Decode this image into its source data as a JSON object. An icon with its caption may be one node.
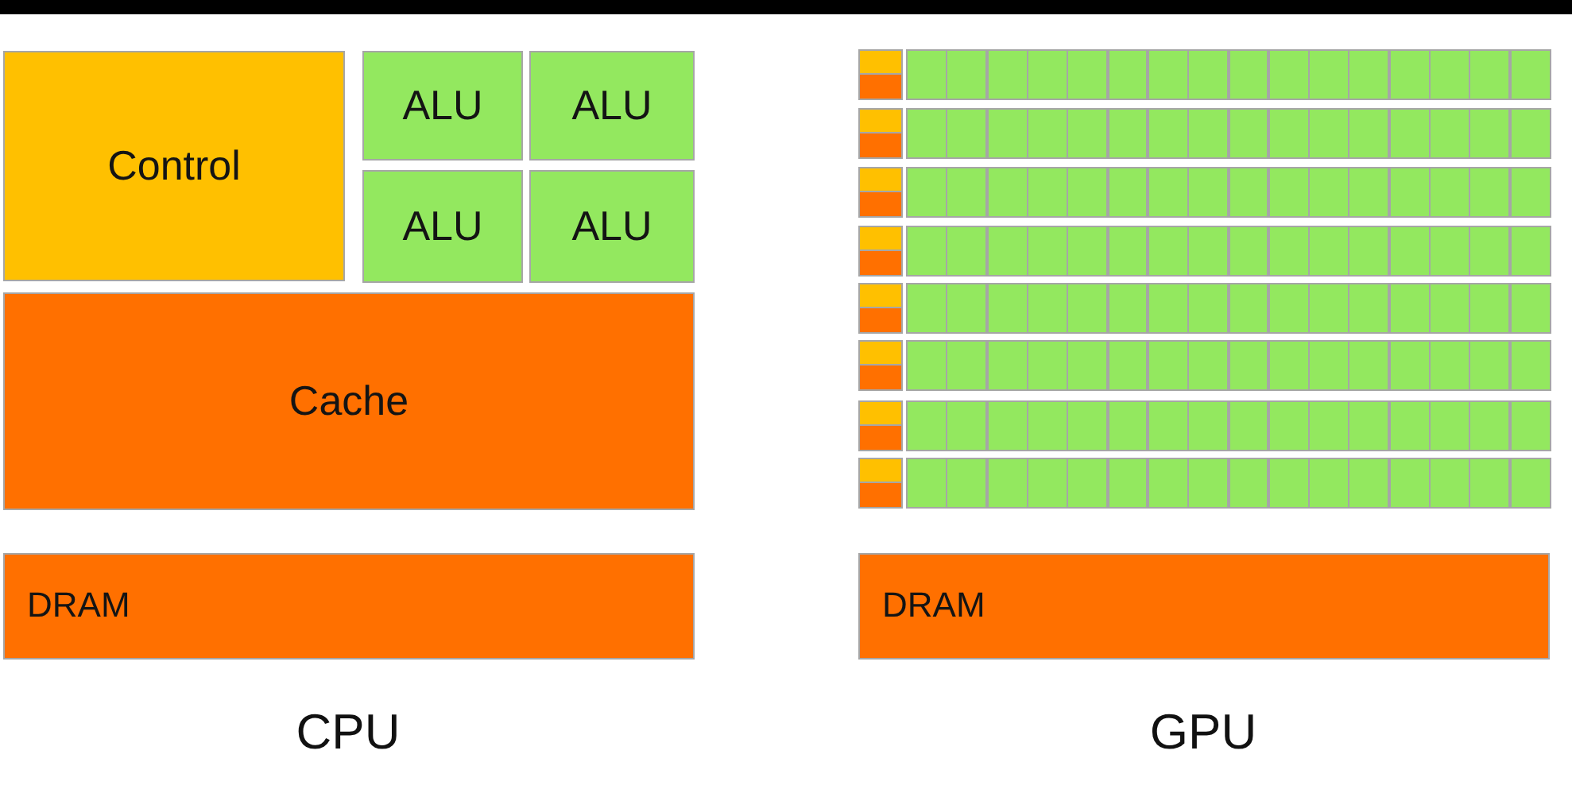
{
  "diagram": {
    "nodes": [
      {
        "text": [
          "Control"
        ]
      },
      {
        "text": [
          "ALU"
        ]
      },
      {
        "text": [
          "ALU"
        ]
      },
      {
        "text": [
          "ALU"
        ]
      },
      {
        "text": [
          "ALU"
        ]
      },
      {
        "text": [
          "Cache"
        ]
      },
      {
        "text": [
          "DRAM"
        ]
      },
      {
        "text": [],
        "shape": "box"
      },
      {
        "text": [],
        "shape": "box"
      },
      {
        "text": [],
        "shape": "box"
      },
      {
        "text": [],
        "shape": "box"
      },
      {
        "text": [],
        "shape": "box"
      },
      {
        "text": [],
        "shape": "box"
      },
      {
        "text": [],
        "shape": "box"
      },
      {
        "text": [],
        "shape": "box"
      },
      {
        "text": [],
        "shape": "box"
      },
      {
        "text": [],
        "shape": "box"
      },
      {
        "text": [],
        "shape": "box"
      },
      {
        "text": [],
        "shape": "box"
      },
      {
        "text": [],
        "shape": "box"
      },
      {
        "text": [],
        "shape": "box"
      },
      {
        "text": [],
        "shape": "box"
      },
      {
        "text": [],
        "shape": "box"
      },
      {
        "text": [],
        "shape": "box"
      },
      {
        "text": [],
        "shape": "box"
      },
      {
        "text": [],
        "shape": "box"
      },
      {
        "text": [],
        "shape": "box"
      },
      {
        "text": [],
        "shape": "box"
      },
      {
        "text": [],
        "shape": "box"
      },
      {
        "text": [],
        "shape": "box"
      },
      {
        "text": [],
        "shape": "box"
      },
      {
        "text": [],
        "shape": "box"
      },
      {
        "text": [],
        "shape": "box"
      },
      {
        "text": [],
        "shape": "box"
      },
      {
        "text": [],
        "shape": "box"
      },
      {
        "text": [],
        "shape": "box"
      },
      {
        "text": [],
        "shape": "box"
      },
      {
        "text": [],
        "shape": "box"
      },
      {
        "text": [],
        "shape": "box"
      },
      {
        "text": [],
        "shape": "box"
      },
      {
        "text": [],
        "shape": "box"
      },
      {
        "text": [],
        "shape": "box"
      },
      {
        "text": [],
        "shape": "box"
      },
      {
        "text": [],
        "shape": "box"
      },
      {
        "text": [],
        "shape": "box"
      },
      {
        "text": [],
        "shape": "box"
      },
      {
        "text": [],
        "shape": "box"
      },
      {
        "text": [],
        "shape": "box"
      },
      {
        "text": [],
        "shape": "box"
      },
      {
        "text": [],
        "shape": "box"
      },
      {
        "text": [],
        "shape": "box"
      },
      {
        "text": [],
        "shape": "box"
      },
      {
        "text": [],
        "shape": "box"
      },
      {
        "text": [],
        "shape": "box"
      },
      {
        "text": [],
        "shape": "box"
      },
      {
        "text": [],
        "shape": "box"
      },
      {
        "text": [],
        "shape": "box"
      },
      {
        "text": [],
        "shape": "box"
      },
      {
        "text": [],
        "shape": "box"
      },
      {
        "text": [],
        "shape": "box"
      },
      {
        "text": [],
        "shape": "box"
      },
      {
        "text": [],
        "shape": "box"
      },
      {
        "text": [],
        "shape": "box"
      },
      {
        "text": [],
        "shape": "box"
      },
      {
        "text": [],
        "shape": "box"
      },
      {
        "text": [],
        "shape": "box"
      },
      {
        "text": [],
        "shape": "box"
      },
      {
        "text": [],
        "shape": "box"
      },
      {
        "text": [],
        "shape": "box"
      },
      {
        "text": [],
        "shape": "box"
      },
      {
        "text": [],
        "shape": "box"
      },
      {
        "text": [],
        "shape": "box"
      },
      {
        "text": [],
        "shape": "box"
      },
      {
        "text": [],
        "shape": "box"
      },
      {
        "text": [],
        "shape": "box"
      },
      {
        "text": [],
        "shape": "box"
      },
      {
        "text": [],
        "shape": "box"
      },
      {
        "text": [],
        "shape": "box"
      },
      {
        "text": [],
        "shape": "box"
      },
      {
        "text": [],
        "shape": "box"
      },
      {
        "text": [],
        "shape": "box"
      },
      {
        "text": [],
        "shape": "box"
      },
      {
        "text": [],
        "shape": "box"
      },
      {
        "text": [],
        "shape": "box"
      },
      {
        "text": [],
        "shape": "box"
      },
      {
        "text": [],
        "shape": "box"
      },
      {
        "text": [],
        "shape": "box"
      },
      {
        "text": [],
        "shape": "box"
      },
      {
        "text": [],
        "shape": "box"
      },
      {
        "text": [],
        "shape": "box"
      },
      {
        "text": [],
        "shape": "box"
      },
      {
        "text": [],
        "shape": "box"
      },
      {
        "text": [],
        "shape": "box"
      },
      {
        "text": [],
        "shape": "box"
      },
      {
        "text": [],
        "shape": "box"
      },
      {
        "text": [],
        "shape": "box"
      },
      {
        "text": [],
        "shape": "box"
      },
      {
        "text": [],
        "shape": "box"
      },
      {
        "text": [],
        "shape": "box"
      },
      {
        "text": [],
        "shape": "box"
      },
      {
        "text": [],
        "shape": "box"
      },
      {
        "text": [],
        "shape": "box"
      },
      {
        "text": [],
        "shape": "box"
      },
      {
        "text": [],
        "shape": "box"
      },
      {
        "text": [],
        "shape": "box"
      },
      {
        "text": [],
        "shape": "box"
      },
      {
        "text": [],
        "shape": "box"
      },
      {
        "text": [],
        "shape": "box"
      },
      {
        "text": [],
        "shape": "box"
      },
      {
        "text": [],
        "shape": "box"
      },
      {
        "text": [],
        "shape": "box"
      },
      {
        "text": [],
        "shape": "box"
      },
      {
        "text": [],
        "shape": "box"
      },
      {
        "text": [],
        "shape": "box"
      },
      {
        "text": [],
        "shape": "box"
      },
      {
        "text": [],
        "shape": "box"
      },
      {
        "text": [],
        "shape": "box"
      },
      {
        "text": [],
        "shape": "box"
      },
      {
        "text": [],
        "shape": "box"
      },
      {
        "text": [],
        "shape": "box"
      },
      {
        "text": [],
        "shape": "box"
      },
      {
        "text": [],
        "shape": "box"
      },
      {
        "text": [],
        "shape": "box"
      },
      {
        "text": [],
        "shape": "box"
      },
      {
        "text": [],
        "shape": "box"
      },
      {
        "text": [],
        "shape": "box"
      },
      {
        "text": [],
        "shape": "box"
      },
      {
        "text": [],
        "shape": "box"
      },
      {
        "text": [],
        "shape": "box"
      },
      {
        "text": [],
        "shape": "box"
      },
      {
        "text": [],
        "shape": "box"
      },
      {
        "text": [],
        "shape": "box"
      },
      {
        "text": [],
        "shape": "box"
      },
      {
        "text": [],
        "shape": "box"
      },
      {
        "text": [],
        "shape": "box"
      },
      {
        "text": [],
        "shape": "box"
      },
      {
        "text": [],
        "shape": "box"
      },
      {
        "text": [],
        "shape": "box"
      },
      {
        "text": [],
        "shape": "box"
      },
      {
        "text": [],
        "shape": "box"
      },
      {
        "text": [],
        "shape": "box"
      },
      {
        "text": [],
        "shape": "box"
      },
      {
        "text": [],
        "shape": "box"
      },
      {
        "text": [],
        "shape": "box"
      },
      {
        "text": [],
        "shape": "box"
      },
      {
        "text": [],
        "shape": "box"
      },
      {
        "text": [],
        "shape": "box"
      },
      {
        "text": [],
        "shape": "box"
      },
      {
        "text": [],
        "shape": "box"
      },
      {
        "text": [],
        "shape": "box"
      },
      {
        "text": [],
        "shape": "box"
      },
      {
        "text": [
          "DRAM"
        ]
      }
    ],
    "labels": [
      "CPU",
      "GPU"
    ]
  }
}
